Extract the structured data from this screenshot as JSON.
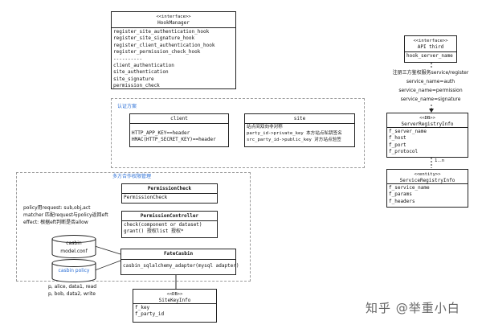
{
  "hook_manager": {
    "stereotype": "<<interface>>",
    "name": "HookManager",
    "methods": [
      "register_site_authentication_hook",
      "register_site_signature_hook",
      "register_client_authentication_hook",
      "register_permission_check_hook"
    ],
    "divider": "----------",
    "items": [
      "client_authentication",
      "site_authentication",
      "site_signature",
      "permission_check"
    ]
  },
  "auth_region": {
    "label": "认证方案"
  },
  "client_box": {
    "name": "client",
    "rows": [
      "HTTP_APP_KEY==header",
      "HMAC(HTTP_SECRET_KEY)==header"
    ]
  },
  "site_box": {
    "name": "site",
    "rows": [
      "站点间双向非对称",
      "party_id->private_key 本方站点私钥签名",
      "src_party_id->public_key 对方站点验签"
    ]
  },
  "perm_region": {
    "label": "多方合作权限管理"
  },
  "permission_check": {
    "name": "PermissionCheck",
    "rows": [
      "PermissionCheck"
    ]
  },
  "permission_controller": {
    "name": "PermissionController",
    "rows": [
      "check(component or dataset)",
      "grant() 授权list 授权*"
    ]
  },
  "fate_casbin": {
    "name": "FateCasbin",
    "rows": [
      "casbin_sqlalchemy_adapter(mysql adapter)"
    ]
  },
  "policy_notes": [
    "policy用request: sub,obj,act",
    "matcher 匹配request与policy返回eft",
    "effect: 根据eft判断是否allow"
  ],
  "casbin_cyl": {
    "title": "casbin",
    "label": "model.conf"
  },
  "policy_cyl": {
    "label": "casbin policy"
  },
  "policy_examples": [
    "p, alice, data1, read",
    "p, bob, data2, write"
  ],
  "site_key_info": {
    "stereotype": "<<DB>>",
    "name": "SiteKeyInfo",
    "fields": [
      "f_key",
      "f_party_id"
    ]
  },
  "api_third": {
    "stereotype": "<<interface>>",
    "name": "API third",
    "fields": [
      "hook_server_name"
    ]
  },
  "api_notes": [
    "注册三方鉴权服务service/register",
    "service_name=auth",
    "service_name=permission",
    "service_name=signature"
  ],
  "server_registry": {
    "stereotype": "<<DB>>",
    "name": "ServerRegistryInfo",
    "fields": [
      "f_server_name",
      "f_host",
      "f_port",
      "f_protocol"
    ]
  },
  "relation_label": "1...n",
  "service_registry": {
    "stereotype": "<<entity>>",
    "name": "ServiceRegistryInfo",
    "fields": [
      "f_service_name",
      "f_params",
      "f_headers"
    ]
  },
  "watermark": "知乎 @举重小白",
  "colors": {
    "region_label": "#2b6fd6",
    "dashed_border": "#9a9a9a",
    "line": "#222222"
  }
}
